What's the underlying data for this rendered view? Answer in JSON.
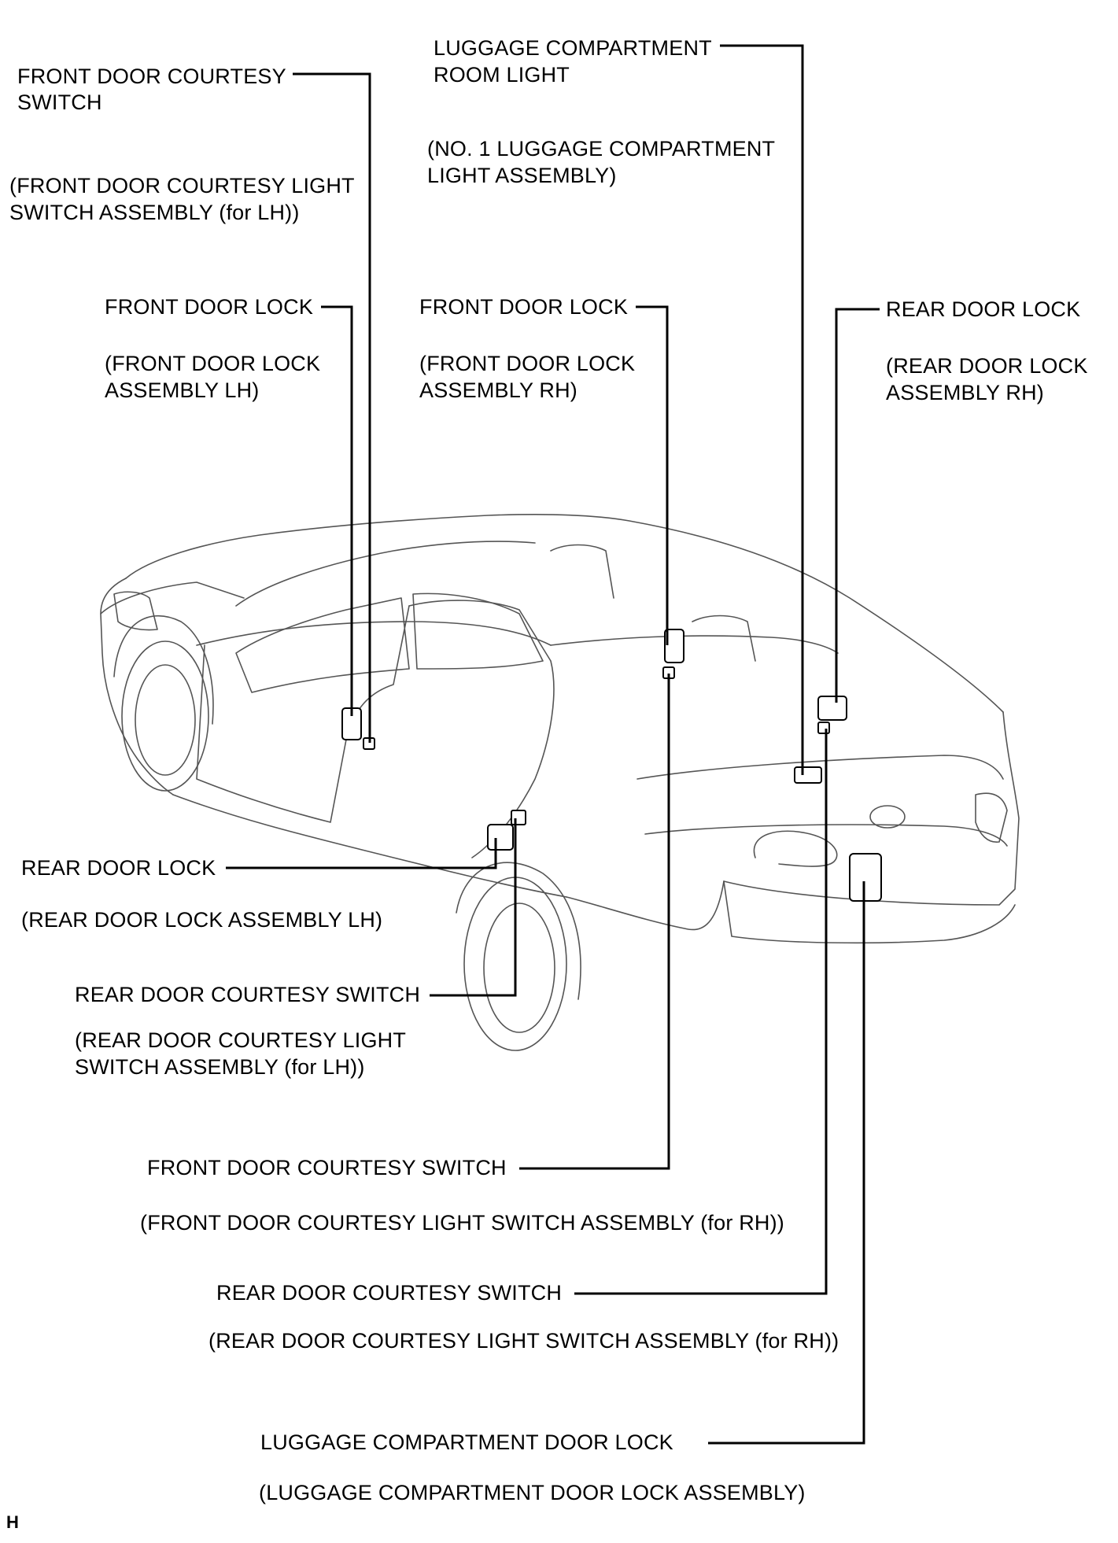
{
  "labels": {
    "front_door_courtesy_switch_lh": {
      "name": "FRONT DOOR COURTESY SWITCH",
      "part": "(FRONT DOOR COURTESY LIGHT SWITCH ASSEMBLY (for LH))"
    },
    "luggage_compartment_room_light": {
      "name": "LUGGAGE COMPARTMENT ROOM LIGHT",
      "part": "(NO. 1 LUGGAGE COMPARTMENT LIGHT ASSEMBLY)"
    },
    "front_door_lock_lh": {
      "name": "FRONT DOOR LOCK",
      "part": "(FRONT DOOR LOCK ASSEMBLY LH)"
    },
    "front_door_lock_rh": {
      "name": "FRONT DOOR LOCK",
      "part": "(FRONT DOOR LOCK ASSEMBLY RH)"
    },
    "rear_door_lock_rh": {
      "name": "REAR DOOR LOCK",
      "part": "(REAR DOOR LOCK ASSEMBLY RH)"
    },
    "rear_door_lock_lh": {
      "name": "REAR DOOR LOCK",
      "part": "(REAR DOOR LOCK ASSEMBLY LH)"
    },
    "rear_door_courtesy_switch_lh": {
      "name": "REAR DOOR COURTESY SWITCH",
      "part": "(REAR DOOR COURTESY LIGHT SWITCH ASSEMBLY (for LH))"
    },
    "front_door_courtesy_switch_rh": {
      "name": "FRONT DOOR COURTESY SWITCH",
      "part": "(FRONT DOOR COURTESY LIGHT SWITCH ASSEMBLY (for RH))"
    },
    "rear_door_courtesy_switch_rh": {
      "name": "REAR DOOR COURTESY SWITCH",
      "part": "(REAR DOOR COURTESY LIGHT SWITCH ASSEMBLY (for RH))"
    },
    "luggage_compartment_door_lock": {
      "name": "LUGGAGE COMPARTMENT DOOR LOCK",
      "part": "(LUGGAGE COMPARTMENT DOOR LOCK ASSEMBLY)"
    }
  },
  "text_lines": {
    "fdcs_lh_l1": "FRONT DOOR COURTESY",
    "fdcs_lh_l2": "SWITCH",
    "fdcs_lh_p1": "(FRONT DOOR COURTESY LIGHT",
    "fdcs_lh_p2": "SWITCH ASSEMBLY (for LH))",
    "lcrl_l1": "LUGGAGE COMPARTMENT",
    "lcrl_l2": "ROOM LIGHT",
    "lcrl_p1": "(NO. 1 LUGGAGE COMPARTMENT",
    "lcrl_p2": "LIGHT ASSEMBLY)",
    "fdl_lh_l1": "FRONT DOOR LOCK",
    "fdl_lh_p1": "(FRONT DOOR LOCK",
    "fdl_lh_p2": "ASSEMBLY LH)",
    "fdl_rh_l1": "FRONT DOOR LOCK",
    "fdl_rh_p1": "(FRONT DOOR LOCK",
    "fdl_rh_p2": "ASSEMBLY RH)",
    "rdl_rh_l1": "REAR DOOR LOCK",
    "rdl_rh_p1": "(REAR DOOR LOCK",
    "rdl_rh_p2": "ASSEMBLY RH)",
    "rdl_lh_l1": "REAR DOOR LOCK",
    "rdl_lh_p1": "(REAR DOOR LOCK ASSEMBLY LH)",
    "rdcs_lh_l1": "REAR DOOR COURTESY SWITCH",
    "rdcs_lh_p1": "(REAR DOOR COURTESY LIGHT",
    "rdcs_lh_p2": "SWITCH ASSEMBLY (for LH))",
    "fdcs_rh_l1": "FRONT DOOR COURTESY SWITCH",
    "fdcs_rh_p1": "(FRONT DOOR COURTESY LIGHT SWITCH ASSEMBLY (for RH))",
    "rdcs_rh_l1": "REAR DOOR COURTESY SWITCH",
    "rdcs_rh_p1": "(REAR DOOR COURTESY LIGHT SWITCH ASSEMBLY (for RH))",
    "lcdl_l1": "LUGGAGE COMPARTMENT DOOR LOCK",
    "lcdl_p1": "(LUGGAGE COMPARTMENT DOOR LOCK ASSEMBLY)",
    "corner_mark": "H"
  },
  "colors": {
    "line": "#000000",
    "outline": "#444444",
    "background": "#ffffff"
  }
}
